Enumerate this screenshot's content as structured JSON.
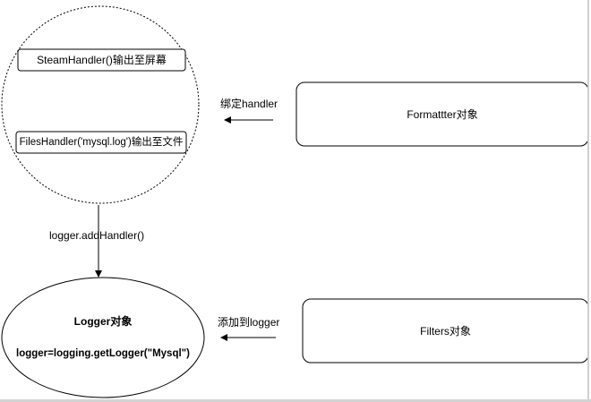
{
  "diagram": {
    "handlers": {
      "stream_handler": "SteamHandler()输出至屏幕",
      "files_handler": "FilesHandler('mysql.log')输出至文件"
    },
    "formatter": {
      "label": "Formattter对象"
    },
    "filters": {
      "label": "Filters对象"
    },
    "logger": {
      "title": "Logger对象",
      "code": "logger=logging.getLogger(\"Mysql\")"
    },
    "edges": {
      "bind_handler": "绑定handler",
      "add_handler": "logger.addHandler()",
      "add_to_logger": "添加到logger"
    }
  }
}
